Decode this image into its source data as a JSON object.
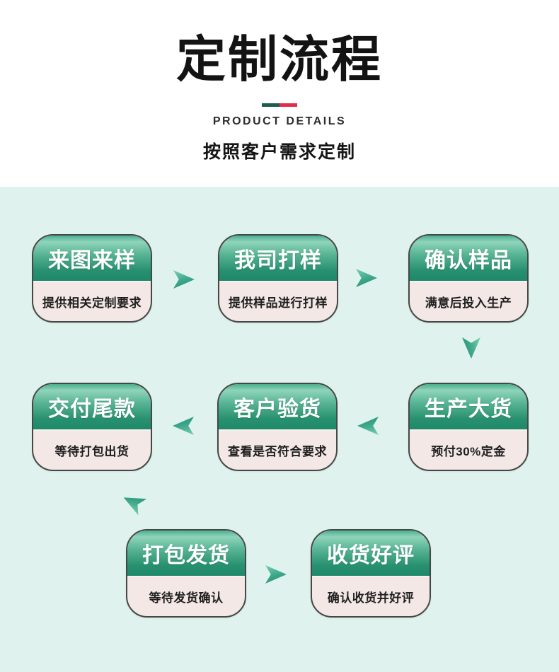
{
  "header": {
    "title": "定制流程",
    "subtitle_en": "PRODUCT DETAILS",
    "subtitle_cn": "按照客户需求定制"
  },
  "flow": {
    "steps": [
      {
        "title": "来图来样",
        "desc": "提供相关定制要求"
      },
      {
        "title": "我司打样",
        "desc": "提供样品进行打样"
      },
      {
        "title": "确认样品",
        "desc": "满意后投入生产"
      },
      {
        "title": "生产大货",
        "desc": "预付30%定金"
      },
      {
        "title": "客户验货",
        "desc": "查看是否符合要求"
      },
      {
        "title": "交付尾款",
        "desc": "等待打包出货"
      },
      {
        "title": "打包发货",
        "desc": "等待发货确认"
      },
      {
        "title": "收货好评",
        "desc": "确认收货并好评"
      }
    ]
  },
  "colors": {
    "background_top": "#ffffff",
    "background_flow": "#dff2ed",
    "card_green_top": "#4aaf8e",
    "card_green_light": "#8fd4bb",
    "card_green_dark": "#1d896b",
    "card_pink": "#f3e8e5",
    "card_border": "#474747",
    "arrow_green": "#3aa588",
    "divider_green": "#1c5d4d",
    "divider_red": "#e62c4b",
    "title_black": "#131313"
  }
}
